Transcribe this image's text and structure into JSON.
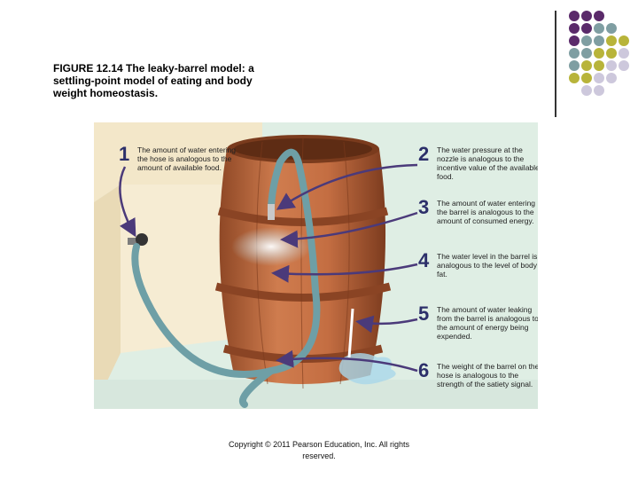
{
  "title": "FIGURE 12.14 The leaky-barrel model: a settling-point model of eating and body weight homeostasis.",
  "annotations": [
    {
      "number": "1",
      "text": "The amount of water entering the hose is analogous to the amount of available food."
    },
    {
      "number": "2",
      "text": "The water pressure at the nozzle is analogous to the incentive value of the available food."
    },
    {
      "number": "3",
      "text": "The amount of water entering the barrel is analogous to the amount of consumed energy."
    },
    {
      "number": "4",
      "text": "The water level in the barrel is analogous to the level of body fat."
    },
    {
      "number": "5",
      "text": "The amount of water leaking from the barrel is analogous to the amount of energy being expended."
    },
    {
      "number": "6",
      "text": "The weight of the barrel on the hose is analogous to the strength of the satiety signal."
    }
  ],
  "copyright": "Copyright © 2011 Pearson Education, Inc. All rights reserved.",
  "colors": {
    "purple": "#5a2a6a",
    "teal": "#7f9ea2",
    "olive": "#b8b43a",
    "lavender": "#cdc8dc",
    "arrow": "#4b3a7a",
    "barrel": "#b8633a",
    "hose": "#6e9fa6",
    "wall": "#f2e6c8",
    "sky": "#d9e9e0"
  }
}
